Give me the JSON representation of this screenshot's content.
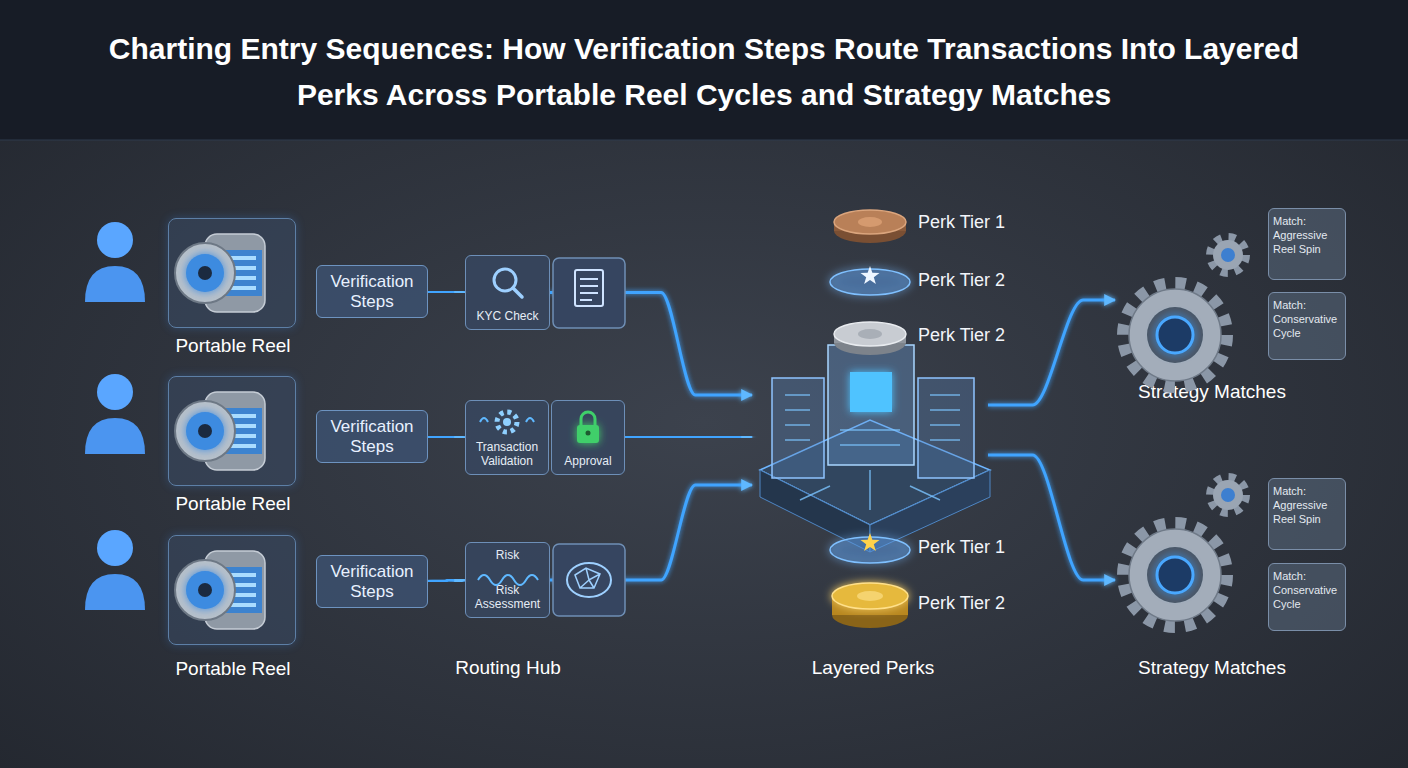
{
  "diagram": {
    "title": "Charting Entry Sequences: How Verification Steps Route Transactions Into Layered Perks Across Portable Reel Cycles and Strategy Matches",
    "nodes": [
      {
        "text": [
          "Portable Reel"
        ]
      },
      {
        "text": [
          "Verification Steps"
        ]
      },
      {
        "text": [
          "KYC Check"
        ]
      },
      {
        "text": [
          "Portable Reel"
        ]
      },
      {
        "text": [
          "Verification Steps"
        ]
      },
      {
        "text": [
          "Transaction Validation"
        ]
      },
      {
        "text": [
          "Approval"
        ]
      },
      {
        "text": [
          "Portable Reel"
        ]
      },
      {
        "text": [
          "Verification Steps"
        ]
      },
      {
        "text": [
          "Risk",
          "Risk Assessment"
        ]
      },
      {
        "text": []
      },
      {
        "text": [
          "Match: Aggressive Reel Spin"
        ]
      },
      {
        "text": [
          "Match: Conservative Cycle"
        ]
      },
      {
        "text": [
          "Strategy Matches"
        ]
      },
      {
        "text": [
          "Match: Aggressive Reel Spin"
        ]
      },
      {
        "text": [
          "Match: Conservative Cycle"
        ]
      },
      {
        "text": [
          "Strategy Matches"
        ]
      }
    ],
    "edges": [
      {
        "from": 1,
        "to": 2,
        "arrow": "to"
      },
      {
        "from": 4,
        "to": 5,
        "arrow": "to"
      },
      {
        "from": 8,
        "to": 9,
        "arrow": "to"
      },
      {
        "from": 2,
        "to": 10,
        "arrow": "to"
      },
      {
        "from": 6,
        "to": 10,
        "arrow": "to"
      },
      {
        "from": 9,
        "to": 10,
        "arrow": "to"
      },
      {
        "from": 10,
        "to": 13,
        "arrow": "to"
      },
      {
        "from": 10,
        "to": 16,
        "arrow": "to"
      }
    ],
    "labels": [
      "Perk Tier 1",
      "Perk Tier 2",
      "Perk Tier 2",
      "Perk Tier 1",
      "Perk Tier 2",
      "Routing Hub",
      "Layered Perks"
    ]
  }
}
